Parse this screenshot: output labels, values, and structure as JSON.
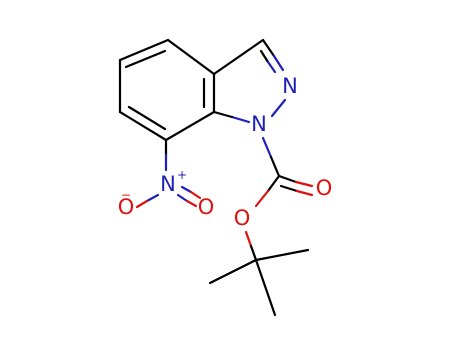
{
  "colors": {
    "carbon": "#000000",
    "nitrogen": "#1f1fb8",
    "oxygen": "#e01010"
  },
  "molecule": {
    "atoms": {
      "n_ring_2": {
        "symbol": "N"
      },
      "n_ring_1": {
        "symbol": "N"
      },
      "n_nitro": {
        "symbol": "N",
        "charge": "+"
      },
      "o_nitro_left": {
        "symbol": "O",
        "charge": "−"
      },
      "o_nitro_right": {
        "symbol": "O"
      },
      "o_carbonyl": {
        "symbol": "O"
      },
      "o_ester": {
        "symbol": "O"
      }
    }
  }
}
